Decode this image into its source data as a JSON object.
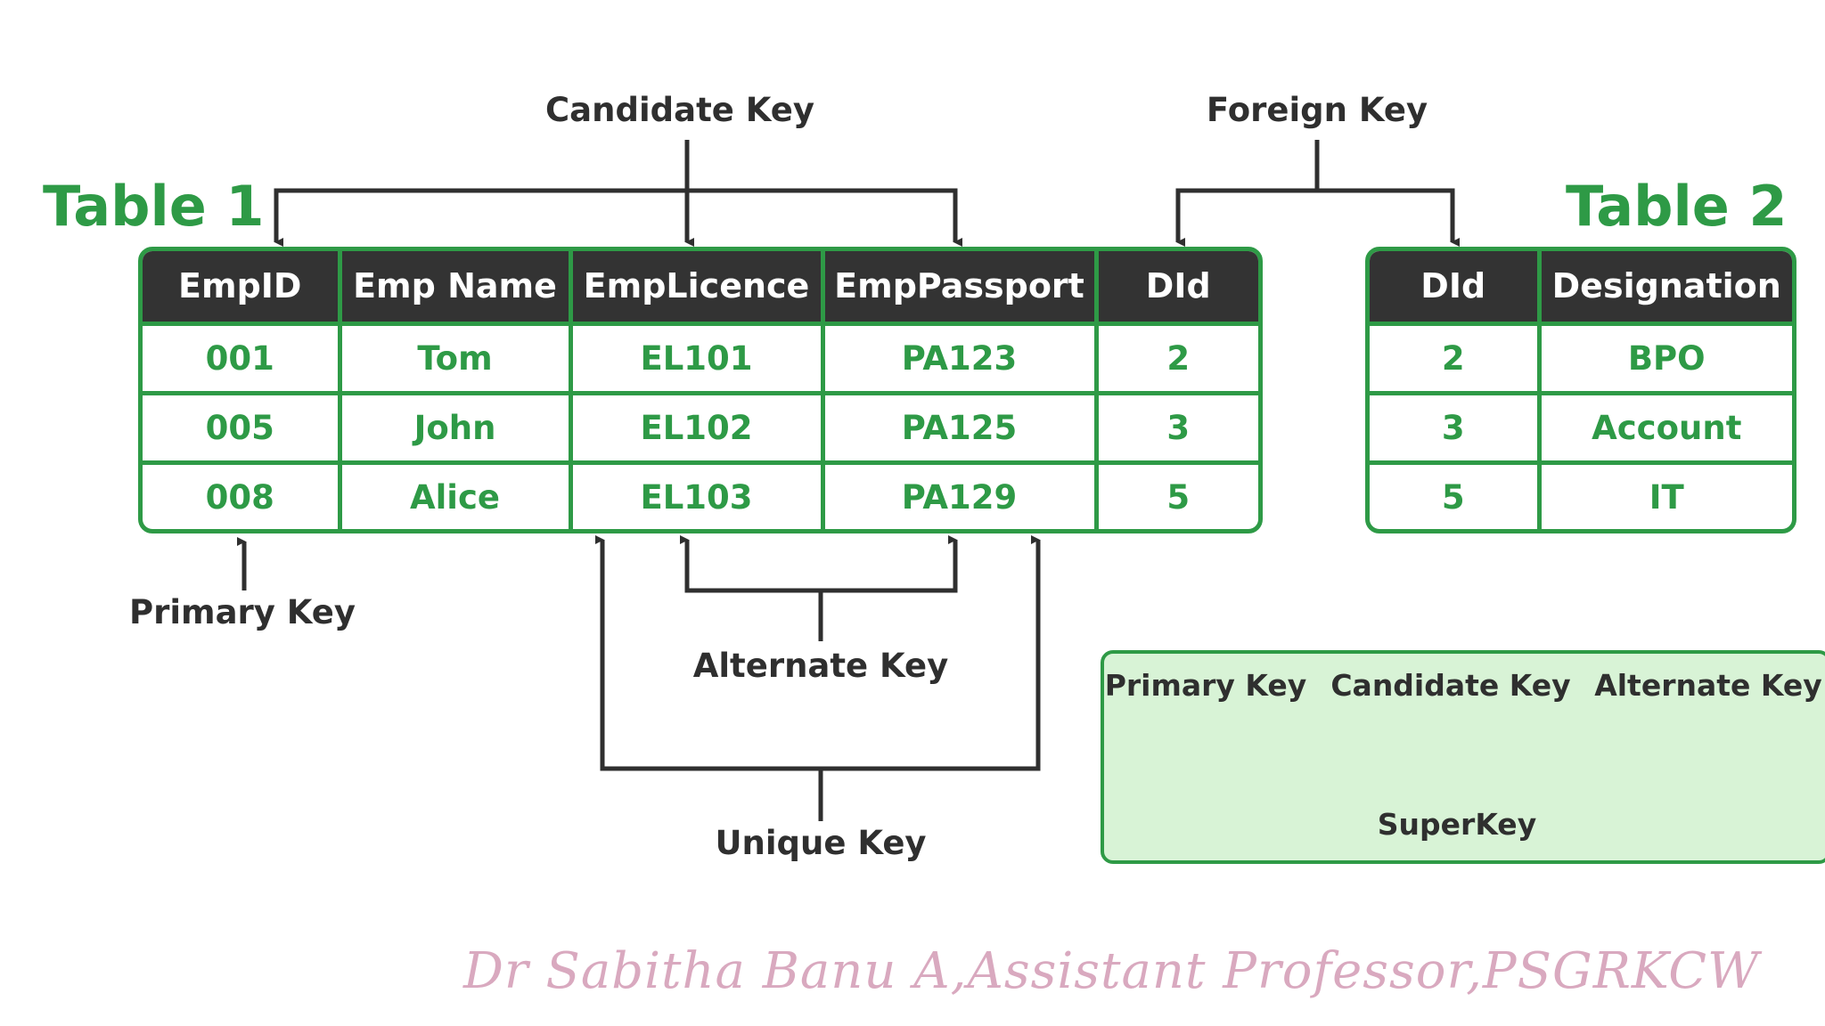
{
  "labels": {
    "candidate_key": "Candidate Key",
    "foreign_key": "Foreign Key",
    "primary_key": "Primary Key",
    "alternate_key": "Alternate Key",
    "unique_key": "Unique Key"
  },
  "table1": {
    "title": "Table 1",
    "headers": [
      "EmpID",
      "Emp Name",
      "EmpLicence",
      "EmpPassport",
      "DId"
    ],
    "rows": [
      [
        "001",
        "Tom",
        "EL101",
        "PA123",
        "2"
      ],
      [
        "005",
        "John",
        "EL102",
        "PA125",
        "3"
      ],
      [
        "008",
        "Alice",
        "EL103",
        "PA129",
        "5"
      ]
    ]
  },
  "table2": {
    "title": "Table 2",
    "headers": [
      "DId",
      "Designation"
    ],
    "rows": [
      [
        "2",
        "BPO"
      ],
      [
        "3",
        "Account"
      ],
      [
        "5",
        "IT"
      ]
    ]
  },
  "superkey_box": {
    "items": [
      "Primary Key",
      "Candidate Key",
      "Alternate Key"
    ],
    "result": "SuperKey"
  },
  "watermark": "Dr Sabitha Banu A,Assistant Professor,PSGRKCW",
  "colors": {
    "green": "#2e9a46",
    "header_bg": "#333333",
    "box_bg": "#d8f3d6"
  }
}
